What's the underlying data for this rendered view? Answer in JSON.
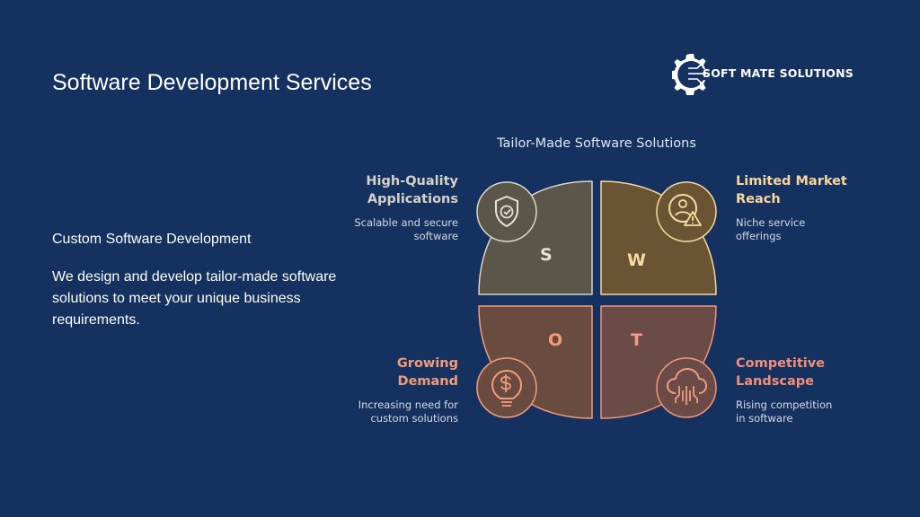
{
  "page": {
    "title": "Software Development Services",
    "section_heading": "Custom Software Development",
    "section_body": "We design and develop tailor-made software solutions to meet your unique business requirements."
  },
  "logo": {
    "text": "SOFT MATE SOLUTIONS",
    "icon": "gear-circuit-icon"
  },
  "diagram": {
    "title": "Tailor-Made Software Solutions",
    "quadrants": [
      {
        "letter": "S",
        "label_line1": "High-Quality",
        "label_line2": "Applications",
        "desc_line1": "Scalable and secure",
        "desc_line2": "software",
        "icon": "shield-check-icon",
        "fill": "#5b5649",
        "stroke": "#d9d5c9",
        "label_color": "#d4d1c8",
        "letter_color": "#e4e2dc"
      },
      {
        "letter": "W",
        "label_line1": "Limited Market",
        "label_line2": "Reach",
        "desc_line1": "Niche service",
        "desc_line2": "offerings",
        "icon": "user-warning-icon",
        "fill": "#6b5433",
        "stroke": "#f6d9a2",
        "label_color": "#f9d79a",
        "letter_color": "#f8dca4"
      },
      {
        "letter": "O",
        "label_line1": "Growing",
        "label_line2": "Demand",
        "desc_line1": "Increasing need for",
        "desc_line2": "custom solutions",
        "icon": "lightbulb-dollar-icon",
        "fill": "#6a4b3f",
        "stroke": "#f39e7f",
        "label_color": "#f59b7a",
        "letter_color": "#f59b7a"
      },
      {
        "letter": "T",
        "label_line1": "Competitive",
        "label_line2": "Landscape",
        "desc_line1": "Rising competition",
        "desc_line2": "in software",
        "icon": "cloud-circuit-icon",
        "fill": "#6b4b46",
        "stroke": "#f19580",
        "label_color": "#f38f77",
        "letter_color": "#f49a84"
      }
    ]
  }
}
